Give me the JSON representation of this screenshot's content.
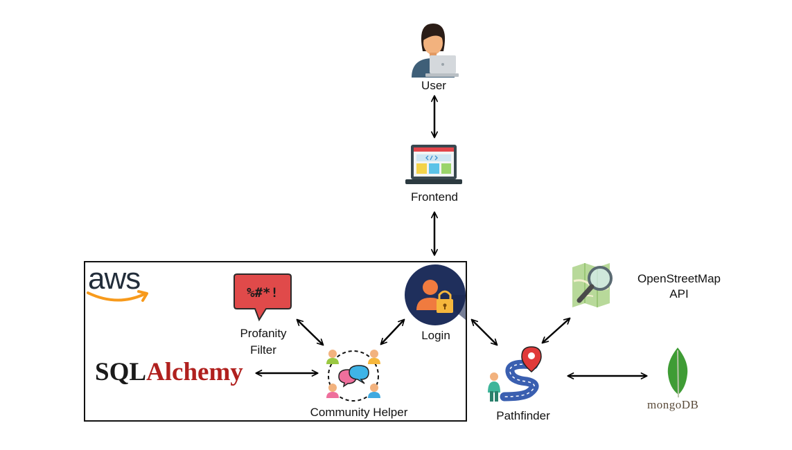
{
  "nodes": {
    "user": "User",
    "frontend": "Frontend",
    "login": "Login",
    "profanity_filter_line1": "Profanity",
    "profanity_filter_line2": "Filter",
    "community_helper": "Community Helper",
    "pathfinder": "Pathfinder",
    "osm_line1": "OpenStreetMap",
    "osm_line2": "API"
  },
  "logos": {
    "aws": "aws",
    "sqlalchemy_sql": "SQL",
    "sqlalchemy_alchemy": "Alchemy",
    "mongodb": "mongoDB"
  },
  "profanity_symbols": "%#*!",
  "colors": {
    "arrow": "#000000",
    "aws_orange": "#f79a1c",
    "sqlalchemy_red": "#b0201e",
    "mongo_green": "#3f9c35",
    "profanity_red": "#e04a4a",
    "login_navy": "#1f2f5c",
    "pathfinder_blue": "#3a5fb0",
    "pin_red": "#e03a3a"
  },
  "edges": [
    {
      "from": "user",
      "to": "frontend",
      "type": "bidirectional"
    },
    {
      "from": "frontend",
      "to": "login",
      "type": "bidirectional"
    },
    {
      "from": "login",
      "to": "community_helper",
      "type": "bidirectional"
    },
    {
      "from": "profanity_filter",
      "to": "community_helper",
      "type": "bidirectional"
    },
    {
      "from": "sqlalchemy",
      "to": "community_helper",
      "type": "bidirectional"
    },
    {
      "from": "login",
      "to": "pathfinder",
      "type": "bidirectional"
    },
    {
      "from": "openstreetmap_api",
      "to": "pathfinder",
      "type": "bidirectional"
    },
    {
      "from": "pathfinder",
      "to": "mongodb",
      "type": "bidirectional"
    }
  ]
}
